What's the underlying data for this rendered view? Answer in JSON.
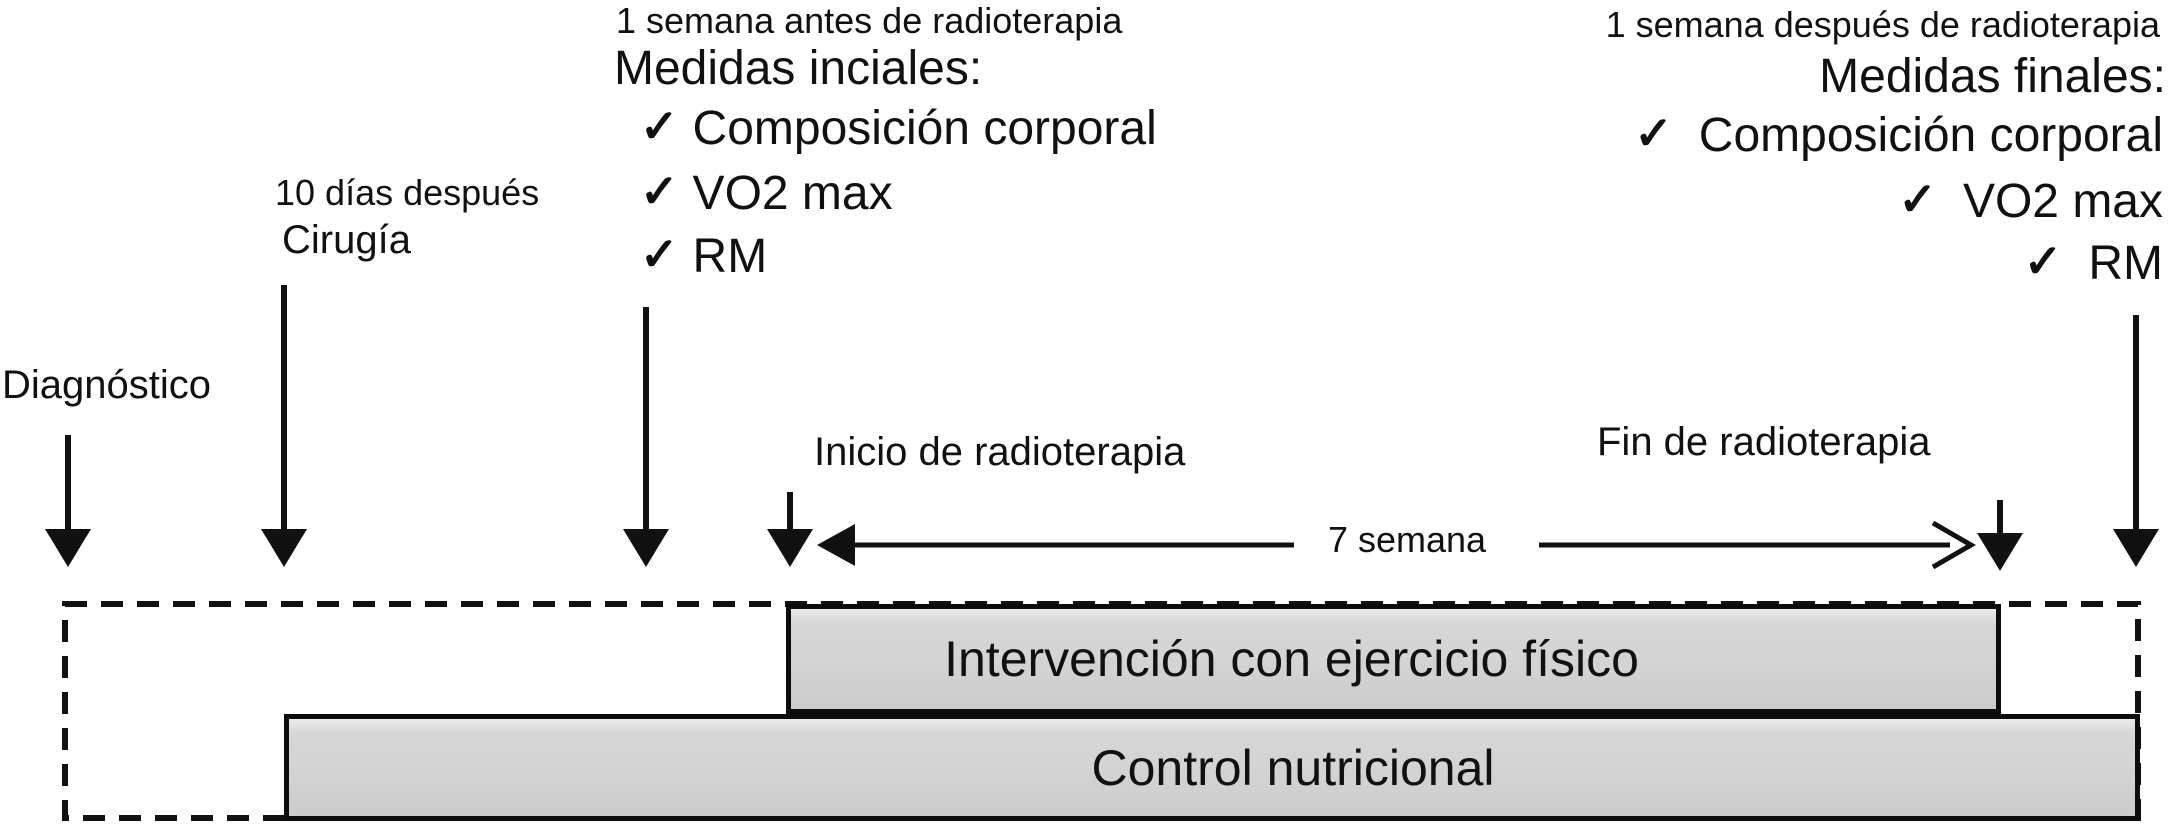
{
  "page": {
    "background": "#ffffff",
    "ink": "#111111",
    "box_fill": "#d3d3d3",
    "box_border": "#0c0c0c"
  },
  "icons": {
    "check": "✓"
  },
  "events": {
    "diagnostico": {
      "label": "Diagnóstico"
    },
    "cirugia": {
      "timing": "10 días después",
      "label": "Cirugía"
    },
    "inicio_rt": {
      "label": "Inicio de radioterapia"
    },
    "fin_rt": {
      "label": "Fin de radioterapia"
    },
    "duracion_rt": {
      "label": "7 semana"
    }
  },
  "medidas_iniciales": {
    "timing": "1 semana antes de radioterapia",
    "title": "Medidas inciales:",
    "items": [
      {
        "label": "Composición corporal"
      },
      {
        "label": "VO2 max"
      },
      {
        "label": "RM"
      }
    ]
  },
  "medidas_finales": {
    "timing": "1 semana después de radioterapia",
    "title": "Medidas finales:",
    "items": [
      {
        "label": "Composición corporal"
      },
      {
        "label": "VO2 max"
      },
      {
        "label": "RM"
      }
    ]
  },
  "interventions": {
    "ejercicio": {
      "label": "Intervención con ejercicio físico"
    },
    "nutricion": {
      "label": "Control nutricional"
    }
  }
}
